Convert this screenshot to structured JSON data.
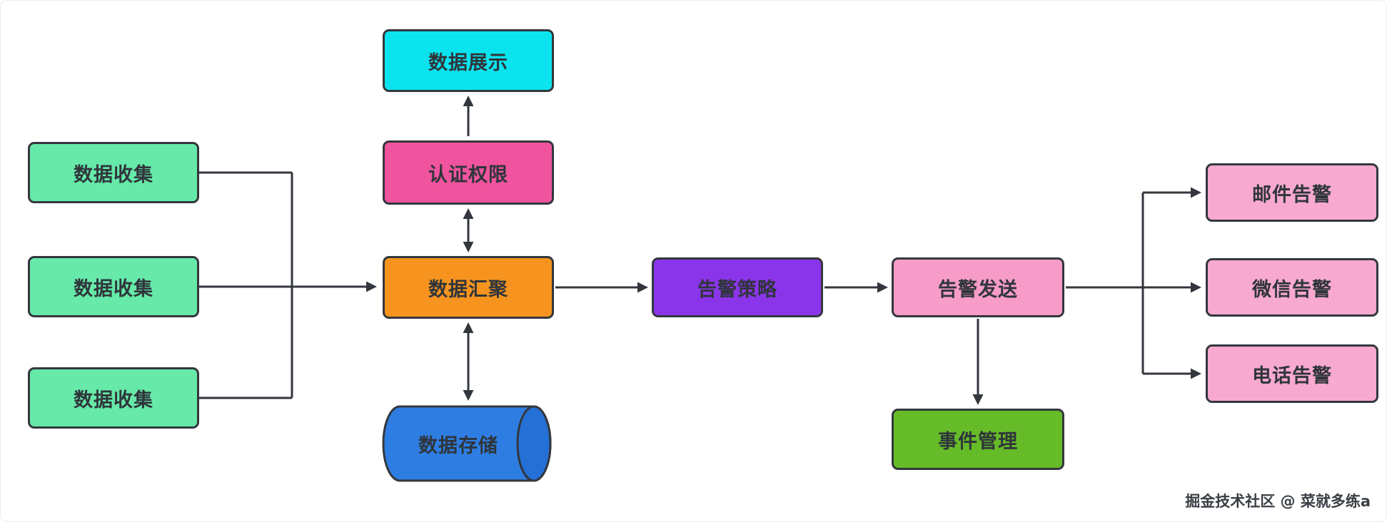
{
  "nodes": {
    "collect1": {
      "label": "数据收集"
    },
    "collect2": {
      "label": "数据收集"
    },
    "collect3": {
      "label": "数据收集"
    },
    "display": {
      "label": "数据展示"
    },
    "auth": {
      "label": "认证权限"
    },
    "aggregate": {
      "label": "数据汇聚"
    },
    "storage": {
      "label": "数据存储"
    },
    "policy": {
      "label": "告警策略"
    },
    "send": {
      "label": "告警发送"
    },
    "event": {
      "label": "事件管理"
    },
    "email": {
      "label": "邮件告警"
    },
    "wechat": {
      "label": "微信告警"
    },
    "phone": {
      "label": "电话告警"
    }
  },
  "edges": [
    {
      "from": "collect1",
      "to": "aggregate",
      "type": "arrow"
    },
    {
      "from": "collect2",
      "to": "aggregate",
      "type": "arrow"
    },
    {
      "from": "collect3",
      "to": "aggregate",
      "type": "arrow"
    },
    {
      "from": "aggregate",
      "to": "auth",
      "type": "double-arrow"
    },
    {
      "from": "auth",
      "to": "display",
      "type": "arrow"
    },
    {
      "from": "aggregate",
      "to": "storage",
      "type": "double-arrow"
    },
    {
      "from": "aggregate",
      "to": "policy",
      "type": "arrow"
    },
    {
      "from": "policy",
      "to": "send",
      "type": "arrow"
    },
    {
      "from": "send",
      "to": "event",
      "type": "arrow"
    },
    {
      "from": "send",
      "to": "email",
      "type": "arrow"
    },
    {
      "from": "send",
      "to": "wechat",
      "type": "arrow"
    },
    {
      "from": "send",
      "to": "phone",
      "type": "arrow"
    }
  ],
  "colors": {
    "collect": "#66e9a9",
    "display": "#0be4ef",
    "auth": "#f0549e",
    "aggregate": "#f7941f",
    "storage": "#2e7de2",
    "storageCap": "#2470d6",
    "policy": "#8b35ea",
    "send": "#f79cc8",
    "event": "#66bb29",
    "alertTarget": "#f8a9cf",
    "line": "#33373d"
  },
  "watermark": "掘金技术社区 @ 菜就多练a"
}
